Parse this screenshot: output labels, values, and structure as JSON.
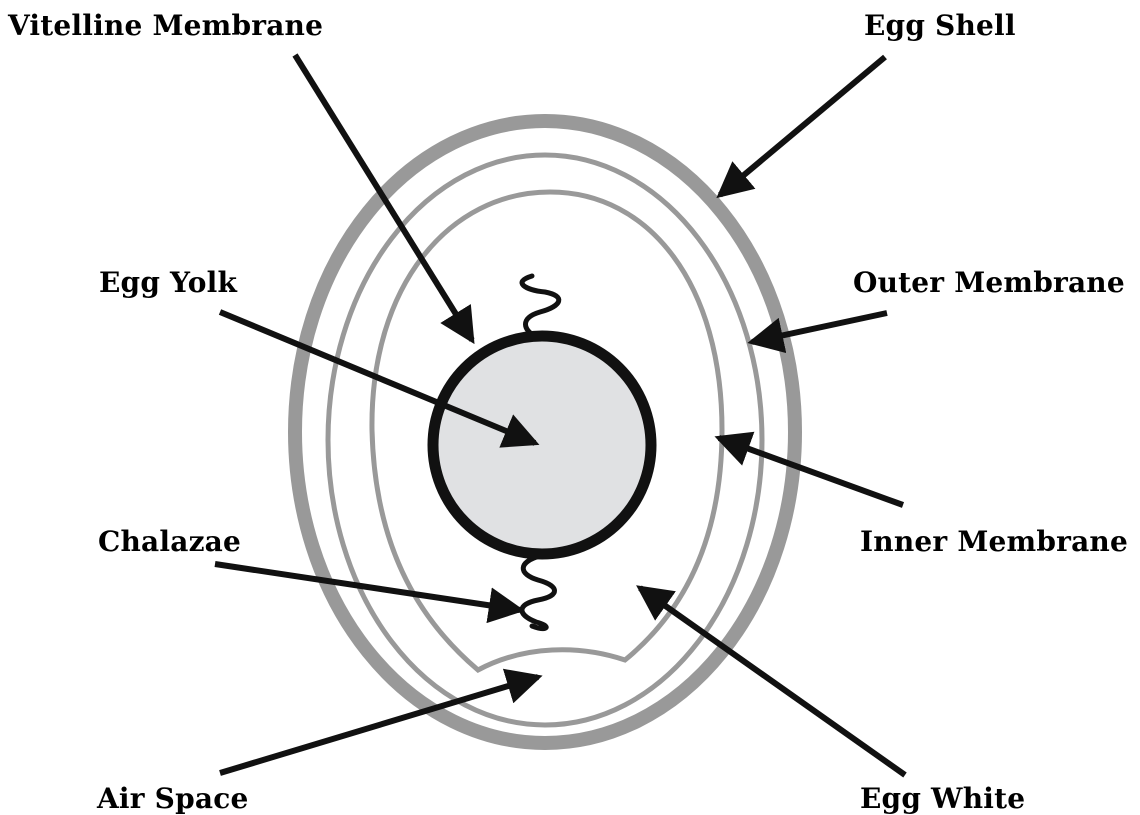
{
  "diagram": {
    "labels": {
      "vitelline_membrane": "Vitelline Membrane",
      "egg_shell": "Egg Shell",
      "egg_yolk": "Egg Yolk",
      "outer_membrane": "Outer Membrane",
      "inner_membrane": "Inner Membrane",
      "chalazae": "Chalazae",
      "air_space": "Air Space",
      "egg_white": "Egg White"
    },
    "colors": {
      "shell": "#999999",
      "membrane": "#999999",
      "yolk_fill": "#e0e1e3",
      "yolk_outline": "#111111",
      "arrow": "#111111",
      "text": "#000000",
      "background": "#ffffff"
    }
  }
}
